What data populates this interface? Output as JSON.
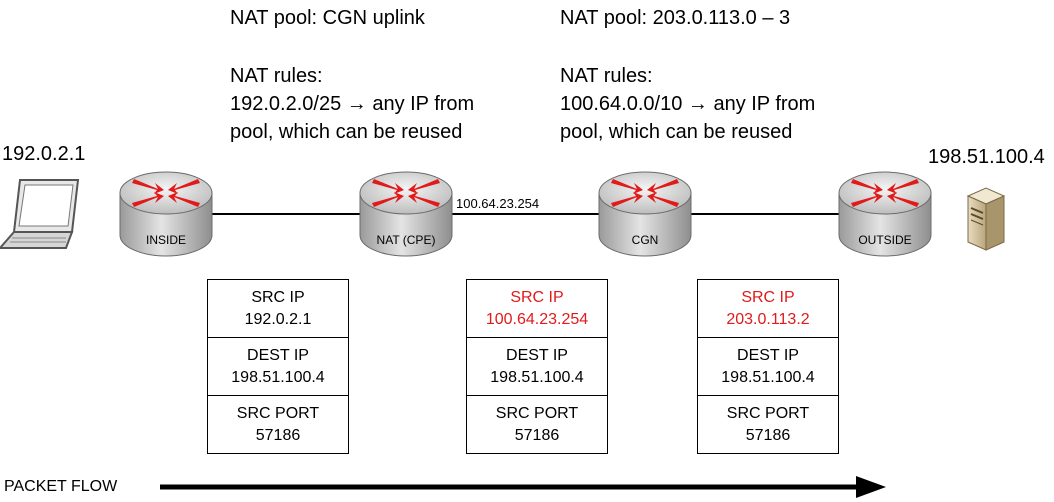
{
  "nat_cpe": {
    "pool": "NAT pool: CGN uplink",
    "rules_title": "NAT rules:",
    "rule_line1": "192.0.2.0/25 → any IP from",
    "rule_line2": "pool, which can be reused"
  },
  "cgn": {
    "pool": "NAT pool: 203.0.113.0 – 3",
    "rules_title": "NAT rules:",
    "rule_line1": "100.64.0.0/10 → any IP from",
    "rule_line2": "pool, which can be reused"
  },
  "endpoints": {
    "client_ip": "192.0.2.1",
    "server_ip": "198.51.100.4"
  },
  "routers": [
    {
      "label": "INSIDE"
    },
    {
      "label": "NAT (CPE)"
    },
    {
      "label": "CGN"
    },
    {
      "label": "OUTSIDE"
    }
  ],
  "links": {
    "cpe_uplink_ip": "100.64.23.254"
  },
  "packets": [
    {
      "src_ip_label": "SRC IP",
      "src_ip": "192.0.2.1",
      "dest_ip_label": "DEST IP",
      "dest_ip": "198.51.100.4",
      "src_port_label": "SRC PORT",
      "src_port": "57186"
    },
    {
      "src_ip_label": "SRC IP",
      "src_ip": "100.64.23.254",
      "dest_ip_label": "DEST IP",
      "dest_ip": "198.51.100.4",
      "src_port_label": "SRC PORT",
      "src_port": "57186"
    },
    {
      "src_ip_label": "SRC IP",
      "src_ip": "203.0.113.2",
      "dest_ip_label": "DEST IP",
      "dest_ip": "198.51.100.4",
      "src_port_label": "SRC PORT",
      "src_port": "57186"
    }
  ],
  "flow": {
    "label": "PACKET FLOW"
  },
  "colors": {
    "translated": "#e11a1a",
    "router_arrow": "#e11a1a",
    "router_body": "#c8c8c8"
  }
}
